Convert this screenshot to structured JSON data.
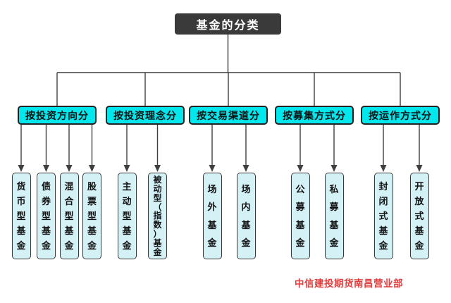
{
  "title": "基金的分类",
  "watermark": "中信建投期货南昌营业部",
  "colors": {
    "root_bg": "#3a3a3a",
    "root_text": "#ffffff",
    "category_bg": "#00e8ee",
    "leaf_bg": "#d4f1f6",
    "border": "#222222",
    "line": "#3f3f3f",
    "watermark_red": "#e23d3d"
  },
  "groups": [
    {
      "label": "按投资方向分",
      "children": [
        "货币型基金",
        "债券型基金",
        "混合型基金",
        "股票型基金"
      ]
    },
    {
      "label": "按投资理念分",
      "children": [
        "主动型基金",
        "被动型（指数）基金"
      ]
    },
    {
      "label": "按交易渠道分",
      "children": [
        "场外基金",
        "场内基金"
      ]
    },
    {
      "label": "按募集方式分",
      "children": [
        "公募基金",
        "私募基金"
      ]
    },
    {
      "label": "按运作方式分",
      "children": [
        "封闭式基金",
        "开放式基金"
      ]
    }
  ]
}
